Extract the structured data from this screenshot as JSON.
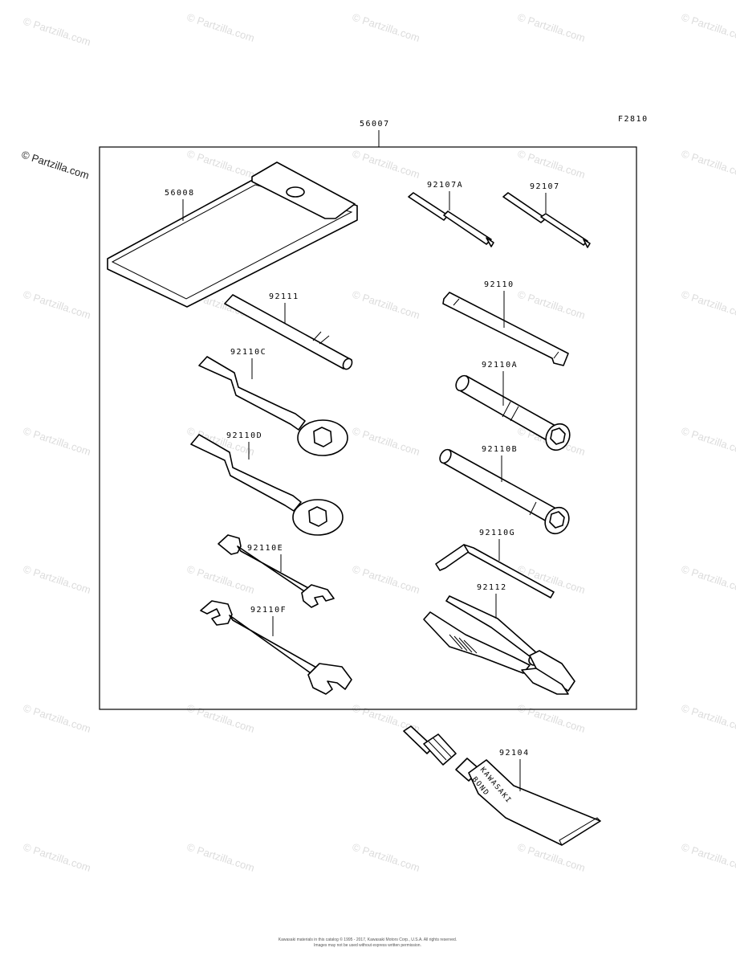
{
  "diagram": {
    "figure_code": "F2810",
    "kit_label": "56007",
    "parts": [
      {
        "id": "pouch",
        "label": "56008"
      },
      {
        "id": "screwdriver-a",
        "label": "92107A"
      },
      {
        "id": "screwdriver",
        "label": "92107"
      },
      {
        "id": "handle-bar",
        "label": "92111"
      },
      {
        "id": "spark-wrench",
        "label": "92110"
      },
      {
        "id": "ring-wrench-c",
        "label": "92110C"
      },
      {
        "id": "box-wrench-a",
        "label": "92110A"
      },
      {
        "id": "ring-wrench-d",
        "label": "92110D"
      },
      {
        "id": "box-wrench-b",
        "label": "92110B"
      },
      {
        "id": "open-wrench-e",
        "label": "92110E"
      },
      {
        "id": "hex-key",
        "label": "92110G"
      },
      {
        "id": "open-wrench-f",
        "label": "92110F"
      },
      {
        "id": "pliers",
        "label": "92112"
      },
      {
        "id": "bond-tube",
        "label": "92104"
      }
    ],
    "tube_text": [
      "KAWASAKI",
      "BOND"
    ]
  },
  "watermark": {
    "text": "© Partzilla.com"
  },
  "footer": {
    "line1": "Kawasaki materials in this catalog © 1995 - 2017, Kawasaki Motors Corp., U.S.A. All rights reserved.",
    "line2": "Images may not be used without express written permission."
  }
}
